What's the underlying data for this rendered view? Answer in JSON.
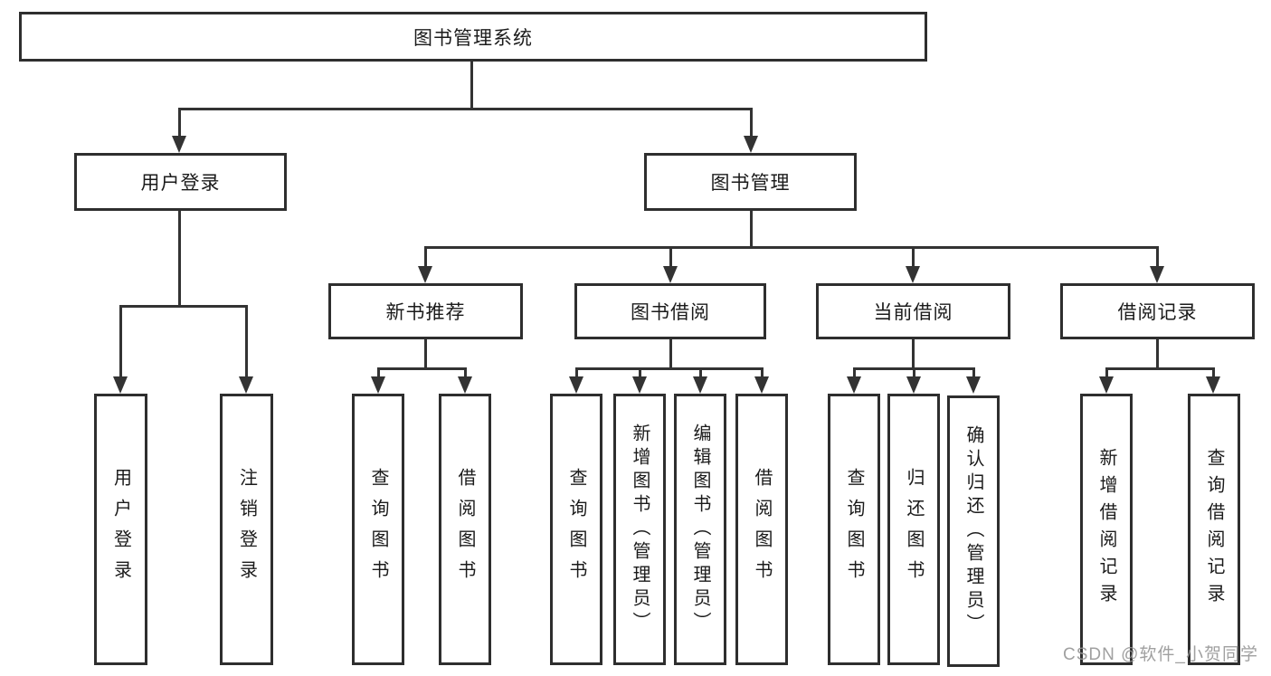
{
  "tree": {
    "root": {
      "label": "图书管理系统"
    },
    "branches": [
      {
        "label": "用户登录",
        "children": [
          {
            "label": "用户登录"
          },
          {
            "label": "注销登录"
          }
        ]
      },
      {
        "label": "图书管理",
        "sections": [
          {
            "label": "新书推荐",
            "children": [
              {
                "label": "查询图书"
              },
              {
                "label": "借阅图书"
              }
            ]
          },
          {
            "label": "图书借阅",
            "children": [
              {
                "label": "查询图书"
              },
              {
                "label": "新增图书（管理员）"
              },
              {
                "label": "编辑图书（管理员）"
              },
              {
                "label": "借阅图书"
              }
            ]
          },
          {
            "label": "当前借阅",
            "children": [
              {
                "label": "查询图书"
              },
              {
                "label": "归还图书"
              },
              {
                "label": "确认归还（管理员）"
              }
            ]
          },
          {
            "label": "借阅记录",
            "children": [
              {
                "label": "新增借阅记录"
              },
              {
                "label": "查询借阅记录"
              }
            ]
          }
        ]
      }
    ]
  },
  "watermark": {
    "text": "CSDN @软件_小贺同学"
  },
  "colors": {
    "background": "#ffffff",
    "box_border": "#2e2e2e",
    "line": "#333333",
    "text": "#1b1b1b",
    "watermark": "#969696"
  }
}
